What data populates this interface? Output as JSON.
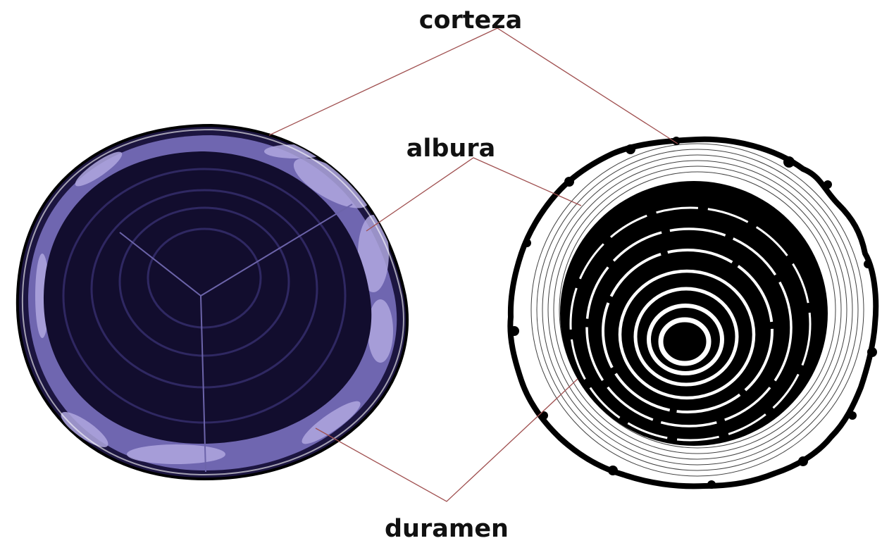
{
  "labels": {
    "bark": "corteza",
    "sapwood": "albura",
    "heartwood": "duramen"
  },
  "colors": {
    "photo_wood": "#141033",
    "photo_highlight": "#8c82c6",
    "drawing_ink": "#000000",
    "drawing_paper": "#ffffff",
    "leader_line": "#a05050"
  }
}
